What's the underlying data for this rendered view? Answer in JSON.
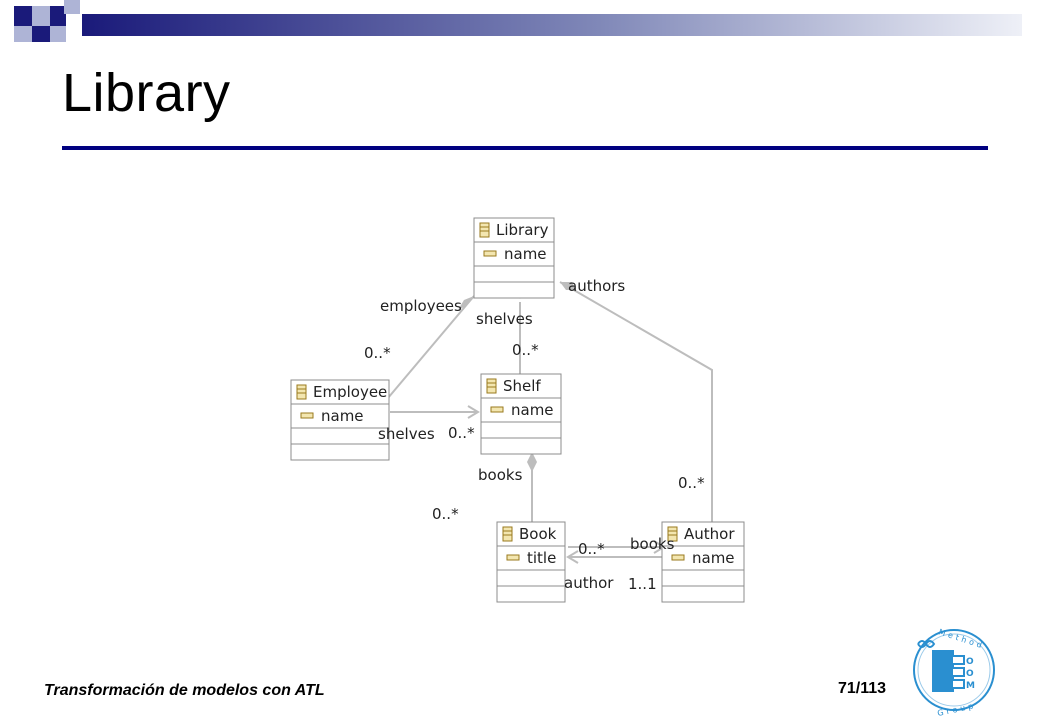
{
  "slide": {
    "title": "Library",
    "footer": "Transformación de modelos con ATL",
    "page": "71/113"
  },
  "logo": {
    "arc_text_top": "Method",
    "arc_text_bottom": "Group",
    "letters": [
      "O",
      "O",
      "M"
    ]
  },
  "colors": {
    "title_rule": "#000080",
    "deco_dark": "#1a1a7a",
    "deco_light": "#aeb4d6",
    "class_border": "#8c8c8c",
    "assoc_line": "#bdbdbd",
    "logo_blue": "#2a8fd0"
  },
  "diagram": {
    "classes": [
      {
        "name": "Library",
        "attribute": "name"
      },
      {
        "name": "Employee",
        "attribute": "name"
      },
      {
        "name": "Shelf",
        "attribute": "name"
      },
      {
        "name": "Book",
        "attribute": "title"
      },
      {
        "name": "Author",
        "attribute": "name"
      }
    ],
    "labels": {
      "employees": "employees",
      "shelves_top": "shelves",
      "authors": "authors",
      "mult_employees": "0..*",
      "mult_shelves": "0..*",
      "shelves_emp": "shelves",
      "mult_shelves_emp": "0..*",
      "books": "books",
      "mult_books": "0..*",
      "mult_authors": "0..*",
      "mult_book_author": "0..*",
      "books_author": "books",
      "author": "author",
      "mult_author": "1..1"
    }
  }
}
